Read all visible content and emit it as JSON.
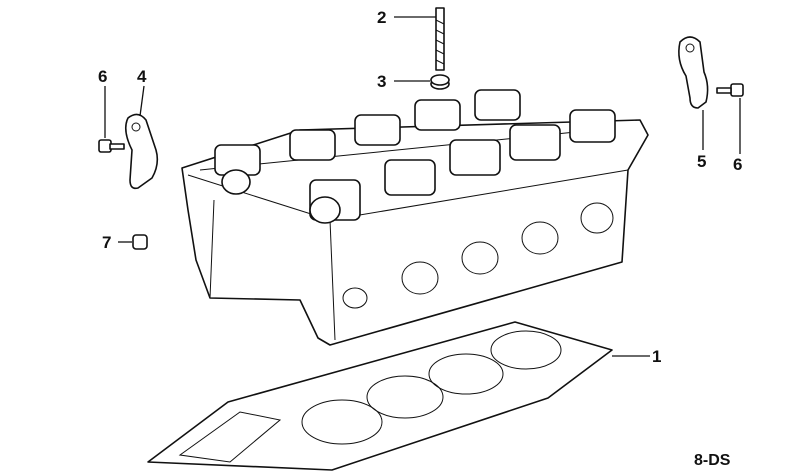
{
  "callouts": {
    "gasket": "1",
    "stud": "2",
    "washer": "3",
    "bracket_left": "4",
    "bracket_right": "5",
    "bolt_left": "6",
    "bolt_right": "6",
    "plug": "7"
  },
  "diagram_code": "8-DS"
}
